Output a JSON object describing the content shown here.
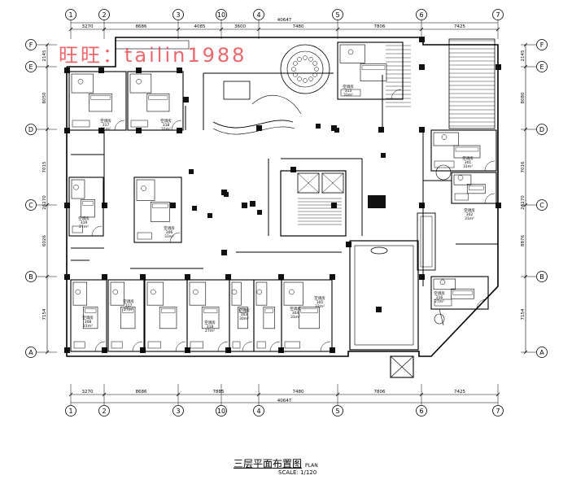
{
  "watermark": {
    "text": "旺旺：tailin1988",
    "color": "#e8343a"
  },
  "colors": {
    "line": "#000000",
    "fill": "#111111",
    "bg": "#ffffff"
  },
  "columns": [
    "1",
    "2",
    "3",
    "10",
    "4",
    "5",
    "6",
    "7"
  ],
  "rows": [
    "F",
    "E",
    "D",
    "C",
    "B",
    "A"
  ],
  "dims": {
    "top": [
      "3270",
      "8686",
      "4085",
      "3600",
      "7480",
      "7806",
      "7425"
    ],
    "top_total": "40647",
    "bottom": [
      "3270",
      "8686",
      "7885",
      "7480",
      "7806",
      "7425"
    ],
    "bottom_total": "40647",
    "left": [
      "2145",
      "8050",
      "7015",
      "26270",
      "6026",
      "7154"
    ],
    "right": [
      "2145",
      "8080",
      "7016",
      "26270",
      "8876",
      "7154"
    ]
  },
  "rooms": [
    {
      "name": "空调房",
      "num": "317",
      "area": "31m²"
    },
    {
      "name": "空调房",
      "num": "318",
      "area": "31m²"
    },
    {
      "name": "空调房",
      "num": "319",
      "area": "27m²"
    },
    {
      "name": "空调房",
      "num": "306",
      "area": "31m²"
    },
    {
      "name": "空调房",
      "num": "308",
      "area": "31m²"
    },
    {
      "name": "空调房",
      "num": "317",
      "area": "27m²"
    },
    {
      "name": "空调房",
      "num": "318",
      "area": "27m²"
    },
    {
      "name": "空调房",
      "num": "303",
      "area": "30m²"
    },
    {
      "name": "空调房",
      "num": "304",
      "area": "31m²"
    },
    {
      "name": "空调房",
      "num": "305",
      "area": "32m²"
    },
    {
      "name": "空调房",
      "num": "301",
      "area": "31m²"
    },
    {
      "name": "空调房",
      "num": "302",
      "area": "31m²"
    },
    {
      "name": "空调房",
      "num": "316",
      "area": "27m²"
    },
    {
      "name": "空调房",
      "num": "313",
      "area": "31m²"
    }
  ],
  "title": {
    "zh": "三层平面布置图",
    "en": "PLAN"
  },
  "scale": "SCALE: 1/120"
}
